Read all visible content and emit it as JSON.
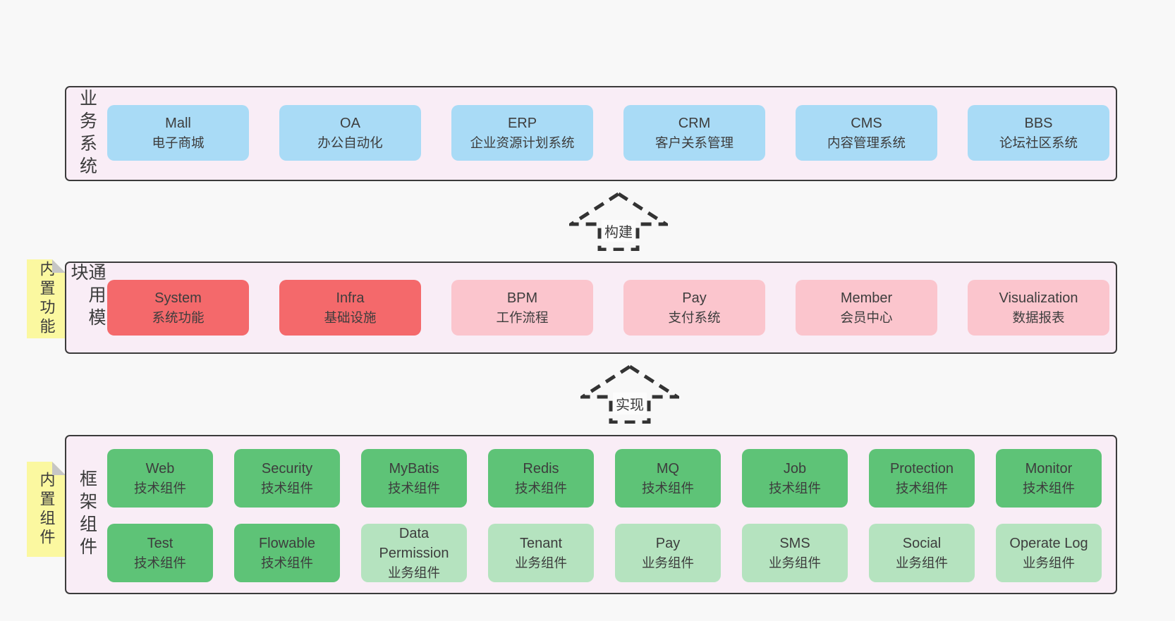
{
  "band1": {
    "label": "业务系统",
    "boxes": [
      {
        "en": "Mall",
        "zh": "电子商城"
      },
      {
        "en": "OA",
        "zh": "办公自动化"
      },
      {
        "en": "ERP",
        "zh": "企业资源计划系统"
      },
      {
        "en": "CRM",
        "zh": "客户关系管理"
      },
      {
        "en": "CMS",
        "zh": "内容管理系统"
      },
      {
        "en": "BBS",
        "zh": "论坛社区系统"
      }
    ]
  },
  "band2": {
    "label": "通用模块",
    "note": "内置功能",
    "boxes": [
      {
        "en": "System",
        "zh": "系统功能"
      },
      {
        "en": "Infra",
        "zh": "基础设施"
      },
      {
        "en": "BPM",
        "zh": "工作流程"
      },
      {
        "en": "Pay",
        "zh": "支付系统"
      },
      {
        "en": "Member",
        "zh": "会员中心"
      },
      {
        "en": "Visualization",
        "zh": "数据报表"
      }
    ]
  },
  "band3": {
    "label": "框架组件",
    "note": "内置组件",
    "row1": [
      {
        "en": "Web",
        "zh": "技术组件"
      },
      {
        "en": "Security",
        "zh": "技术组件"
      },
      {
        "en": "MyBatis",
        "zh": "技术组件"
      },
      {
        "en": "Redis",
        "zh": "技术组件"
      },
      {
        "en": "MQ",
        "zh": "技术组件"
      },
      {
        "en": "Job",
        "zh": "技术组件"
      },
      {
        "en": "Protection",
        "zh": "技术组件"
      },
      {
        "en": "Monitor",
        "zh": "技术组件"
      }
    ],
    "row2": [
      {
        "en": "Test",
        "zh": "技术组件"
      },
      {
        "en": "Flowable",
        "zh": "技术组件"
      },
      {
        "en": "Data Permission",
        "zh": "业务组件"
      },
      {
        "en": "Tenant",
        "zh": "业务组件"
      },
      {
        "en": "Pay",
        "zh": "业务组件"
      },
      {
        "en": "SMS",
        "zh": "业务组件"
      },
      {
        "en": "Social",
        "zh": "业务组件"
      },
      {
        "en": "Operate Log",
        "zh": "业务组件"
      }
    ]
  },
  "arrows": {
    "build": "构建",
    "implement": "实现"
  },
  "colors": {
    "page_bg": "#f8f8f8",
    "band_bg": "#f9edf6",
    "band_border": "#3b3b3b",
    "box_blue": "#a9dbf6",
    "box_red": "#f4696b",
    "box_pink": "#fbc5cd",
    "box_green": "#5ec377",
    "box_light_green": "#b5e3bf",
    "note_yellow": "#fbf8a0",
    "note_fold_gray": "#c6c6c6"
  }
}
